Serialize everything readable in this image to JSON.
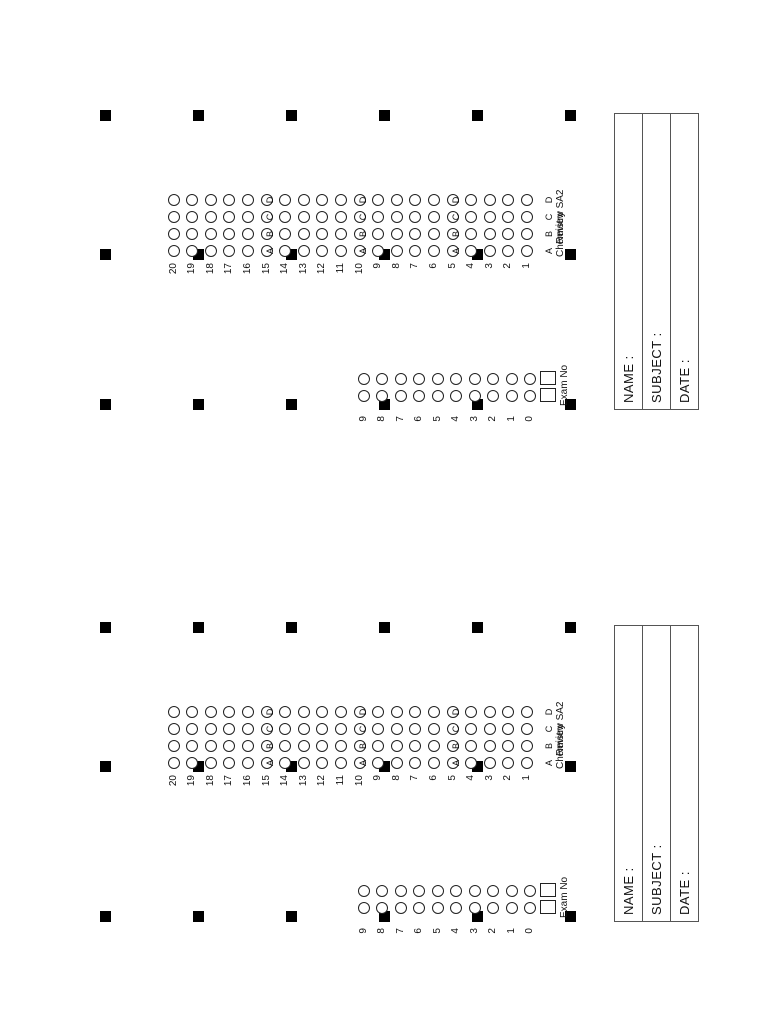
{
  "sheets": [
    {
      "name_label": "NAME :",
      "subject_label": "SUBJECT :",
      "date_label": "DATE :",
      "exam_label": "Exam No",
      "title_line1": "Chemistry",
      "title_line2": "Review SA2",
      "digits": [
        "0",
        "1",
        "2",
        "3",
        "4",
        "5",
        "6",
        "7",
        "8",
        "9"
      ],
      "choices": [
        "A",
        "B",
        "C",
        "D"
      ],
      "question_groups": [
        [
          "1",
          "2",
          "3",
          "4",
          "5"
        ],
        [
          "6",
          "7",
          "8",
          "9",
          "10"
        ],
        [
          "11",
          "12",
          "13",
          "14",
          "15"
        ],
        [
          "16",
          "17",
          "18",
          "19",
          "20"
        ]
      ]
    },
    {
      "name_label": "NAME :",
      "subject_label": "SUBJECT :",
      "date_label": "DATE :",
      "exam_label": "Exam No",
      "title_line1": "Chemistry",
      "title_line2": "Review SA2",
      "digits": [
        "0",
        "1",
        "2",
        "3",
        "4",
        "5",
        "6",
        "7",
        "8",
        "9"
      ],
      "choices": [
        "A",
        "B",
        "C",
        "D"
      ],
      "question_groups": [
        [
          "1",
          "2",
          "3",
          "4",
          "5"
        ],
        [
          "6",
          "7",
          "8",
          "9",
          "10"
        ],
        [
          "11",
          "12",
          "13",
          "14",
          "15"
        ],
        [
          "16",
          "17",
          "18",
          "19",
          "20"
        ]
      ]
    }
  ]
}
